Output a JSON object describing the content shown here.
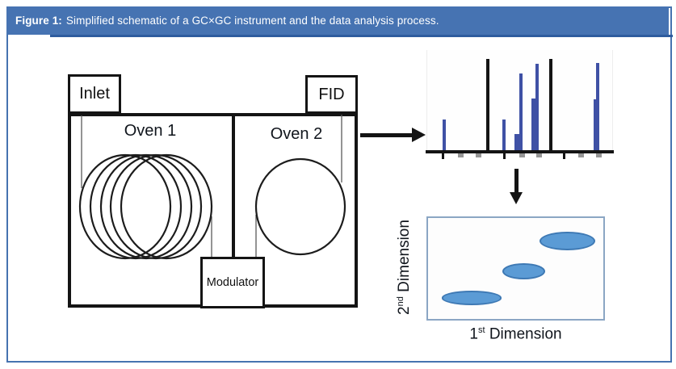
{
  "figure": {
    "label": "Figure 1:",
    "caption": "Simplified schematic of a GC×GC instrument and the data analysis process."
  },
  "instrument": {
    "inlet_label": "Inlet",
    "fid_label": "FID",
    "oven1_label": "Oven 1",
    "oven2_label": "Oven 2",
    "modulator_label": "Modulator"
  },
  "plot2d": {
    "xlabel_base": "1",
    "xlabel_sup": "st",
    "xlabel_rest": " Dimension",
    "ylabel_base": "2",
    "ylabel_sup": "nd",
    "ylabel_rest": " Dimension"
  },
  "colors": {
    "accent_blue": "#4673b2",
    "accent_blue_dark": "#2e5c9e",
    "diagram_black": "#141414",
    "peak_blue": "#3f51a5",
    "minor_tick_gray": "#969696",
    "blob_fill": "#5b9bd5",
    "blob_stroke": "#3e79b4",
    "plot_frame": "#8ba6c4"
  },
  "chart_data": [
    {
      "type": "bar",
      "name": "modulated-chromatogram",
      "title": "",
      "xlabel": "",
      "ylabel": "",
      "axis_labels_visible": false,
      "description": "Raw modulated FID signal: three modulation segments separated by tall black lines; blue peaks of varying height, tick marks under baseline",
      "separators_x": [
        0.328,
        0.668
      ],
      "separator_top": 0.086,
      "peaks": [
        {
          "x": 0.092,
          "h": 0.31,
          "w": 4,
          "kind": "spike"
        },
        {
          "x": 0.415,
          "h": 0.31,
          "w": 4,
          "kind": "spike"
        },
        {
          "x": 0.489,
          "h": 0.16,
          "w": 7,
          "kind": "bar"
        },
        {
          "x": 0.507,
          "h": 0.77,
          "w": 3.5,
          "kind": "spike"
        },
        {
          "x": 0.581,
          "h": 0.52,
          "w": 8,
          "kind": "bar"
        },
        {
          "x": 0.594,
          "h": 0.86,
          "w": 3.5,
          "kind": "spike"
        },
        {
          "x": 0.913,
          "h": 0.51,
          "w": 7,
          "kind": "bar"
        },
        {
          "x": 0.921,
          "h": 0.87,
          "w": 3.5,
          "kind": "spike"
        }
      ],
      "ticks_major_x": [
        0.087,
        0.415,
        0.742
      ],
      "ticks_minor_x": [
        0.183,
        0.279,
        0.511,
        0.603,
        0.83,
        0.926
      ]
    },
    {
      "type": "scatter",
      "name": "2d-chromatogram-plot",
      "title": "",
      "xlabel": "1st Dimension",
      "ylabel": "2nd Dimension",
      "grid": false,
      "blobs": [
        {
          "cx": 0.249,
          "cy": 0.791,
          "rx": 0.172,
          "ry": 0.07
        },
        {
          "cx": 0.548,
          "cy": 0.527,
          "rx": 0.122,
          "ry": 0.081
        },
        {
          "cx": 0.796,
          "cy": 0.225,
          "rx": 0.158,
          "ry": 0.093
        }
      ]
    }
  ]
}
